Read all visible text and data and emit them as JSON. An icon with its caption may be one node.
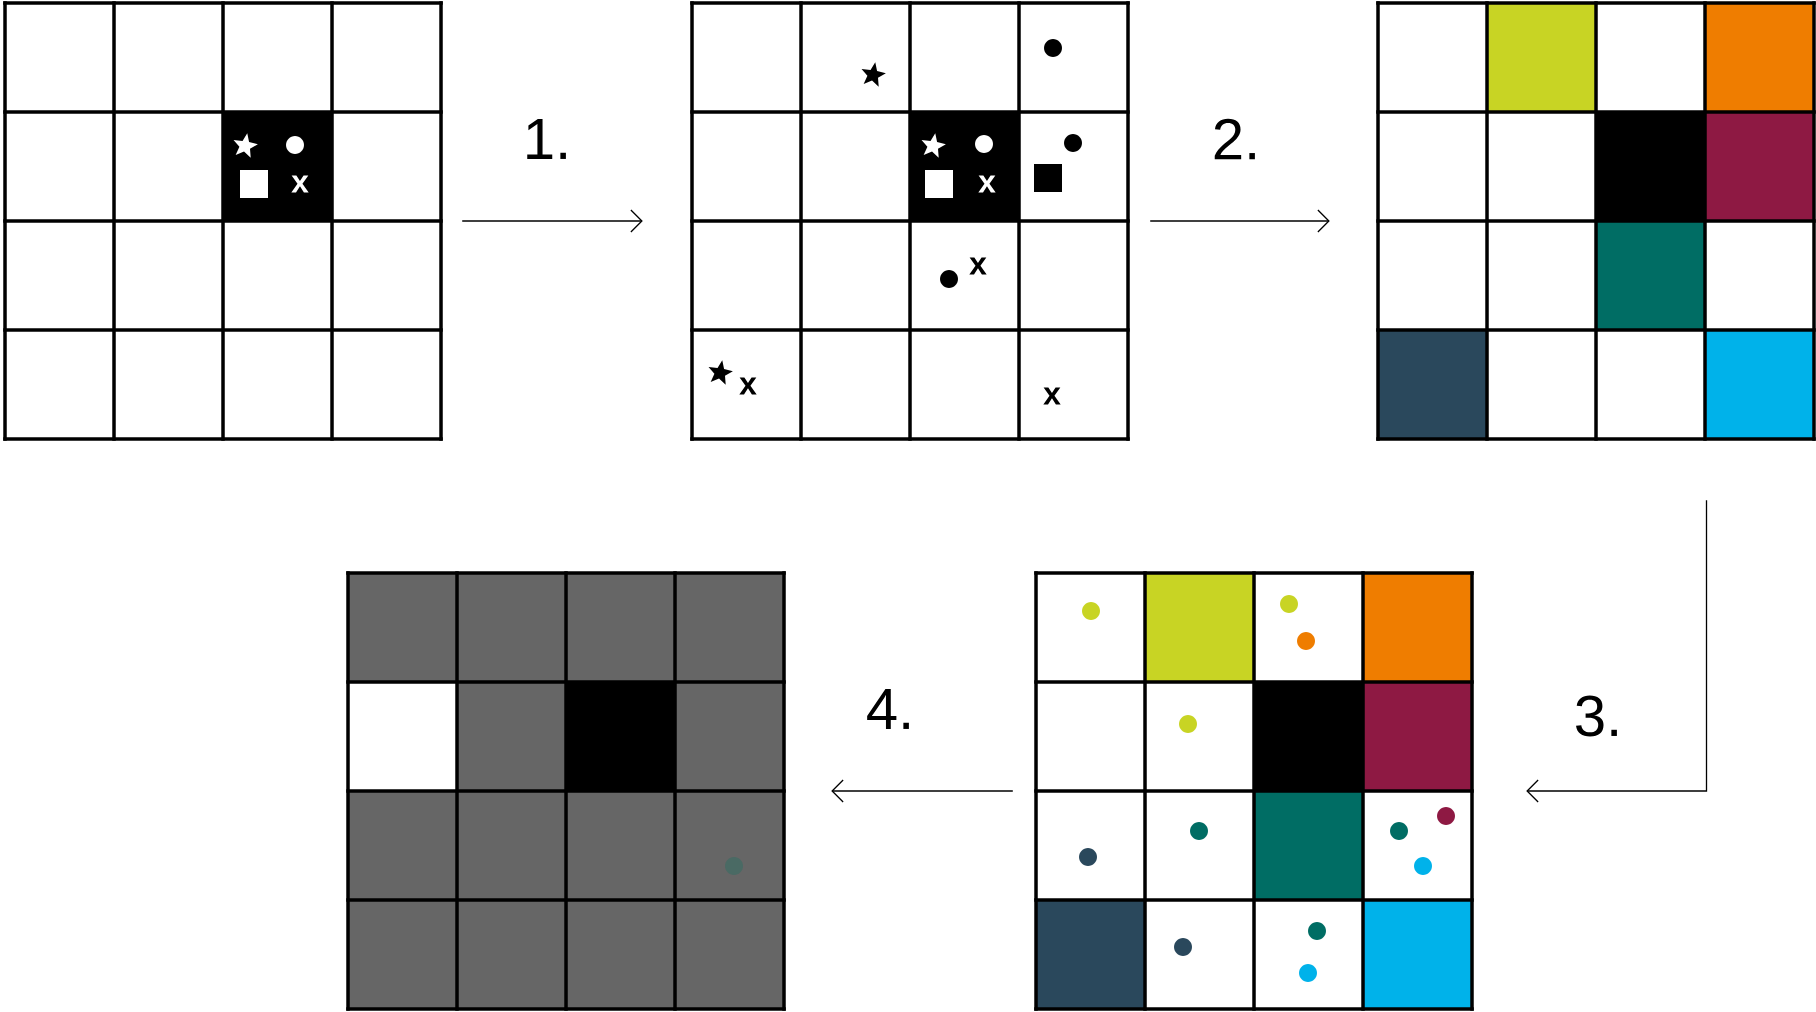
{
  "diagram": {
    "nodes": [
      {
        "text": [],
        "shape": "grid"
      },
      {
        "text": [],
        "shape": "grid"
      },
      {
        "text": [],
        "shape": "grid"
      },
      {
        "text": [],
        "shape": "grid"
      },
      {
        "text": [],
        "shape": "grid"
      }
    ],
    "edges": [
      {
        "from": 0,
        "to": 1,
        "arrow": "to",
        "label": "1."
      },
      {
        "from": 1,
        "to": 2,
        "arrow": "to",
        "label": "2."
      },
      {
        "from": 2,
        "to": 4,
        "arrow": "to",
        "label": "3."
      },
      {
        "from": 4,
        "to": 3,
        "arrow": "to",
        "label": "4."
      }
    ],
    "labels": [
      "x",
      "x",
      "x",
      "x",
      "x"
    ]
  }
}
